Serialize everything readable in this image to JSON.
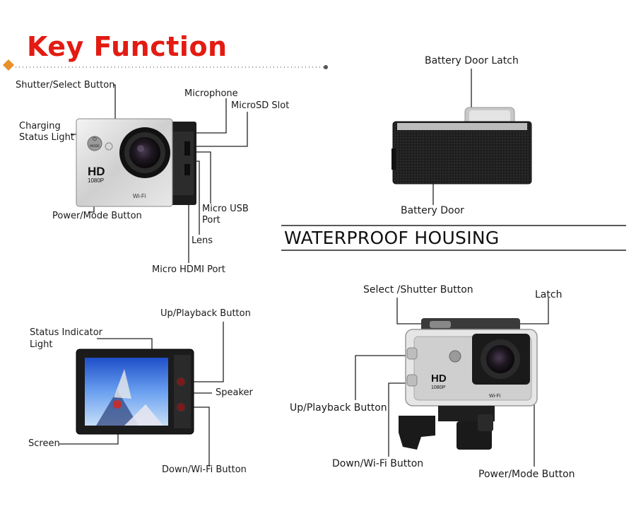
{
  "header": {
    "title": "Key Function"
  },
  "camera_front": {
    "labels": {
      "shutter": "Shutter/Select Button",
      "microphone": "Microphone",
      "microsd": "MicroSD Slot",
      "charging_line1": "Charging",
      "charging_line2": "Status Light",
      "power": "Power/Mode Button",
      "usb_line1": "Micro USB",
      "usb_line2": "Port",
      "lens": "Lens",
      "hdmi": "Micro HDMI Port"
    },
    "body_text": {
      "hd": "HD",
      "res": "1080P",
      "wifi": "Wi-Fi",
      "mode": "MODE"
    }
  },
  "camera_top": {
    "labels": {
      "latch": "Battery Door Latch",
      "door": "Battery Door"
    }
  },
  "housing_section": {
    "title": "WATERPROOF HOUSING"
  },
  "camera_back": {
    "labels": {
      "status_line1": "Status Indicator",
      "status_line2": "Light",
      "up": "Up/Playback Button",
      "speaker": "Speaker",
      "screen": "Screen",
      "down": "Down/Wi-Fi Button"
    }
  },
  "housing": {
    "labels": {
      "select": "Select /Shutter Button",
      "latch": "Latch",
      "up": "Up/Playback Button",
      "down": "Down/Wi-Fi Button",
      "power": "Power/Mode Button"
    },
    "body_text": {
      "hd": "HD",
      "res": "1080P",
      "wifi": "Wi-Fi"
    }
  }
}
